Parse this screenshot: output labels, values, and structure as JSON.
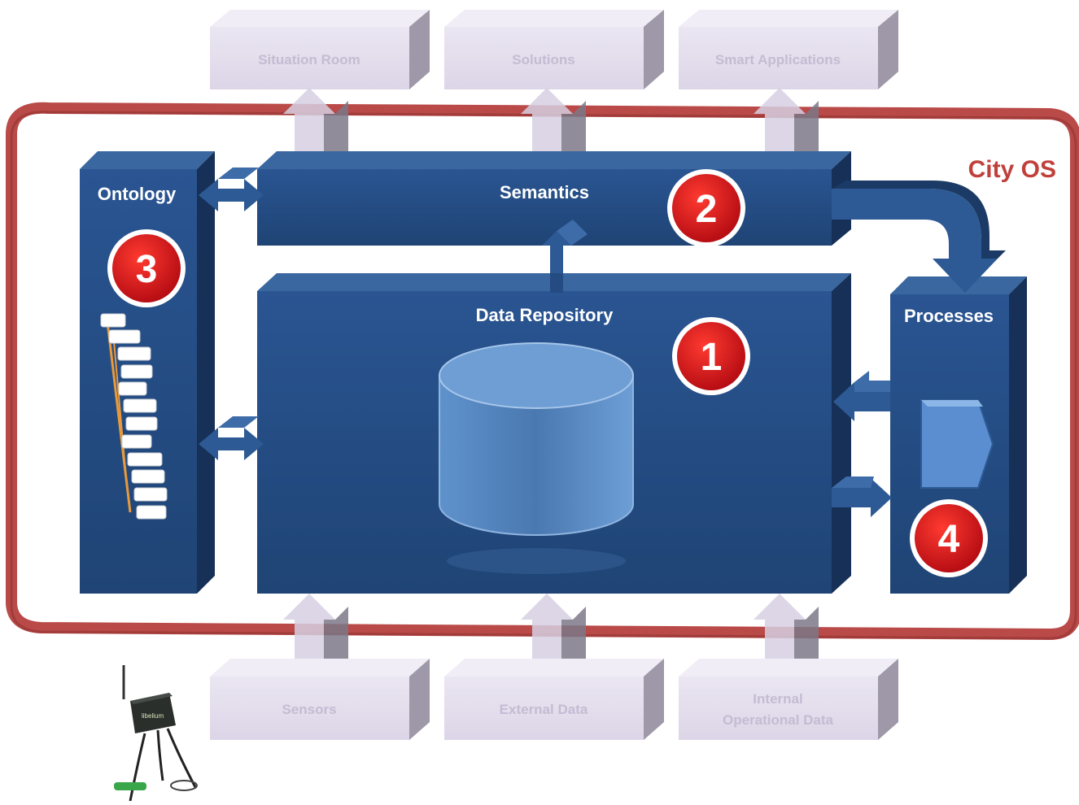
{
  "top_boxes": [
    "Situation Room",
    "Solutions",
    "Smart Applications"
  ],
  "bottom_boxes": [
    "Sensors",
    "External Data",
    "Internal",
    "Operational Data"
  ],
  "city_os_label": "City OS",
  "components": {
    "ontology": "Ontology",
    "semantics": "Semantics",
    "data_repository": "Data Repository",
    "processes": "Processes"
  },
  "badges": [
    "1",
    "2",
    "3",
    "4"
  ],
  "device_label": "libelium",
  "colors": {
    "frame": "#b94a48",
    "block": "#23497f",
    "block_side": "#173359",
    "ghost": "#e2dcec",
    "ghost_text": "#c4bcd2",
    "badge": "#d0121b"
  }
}
